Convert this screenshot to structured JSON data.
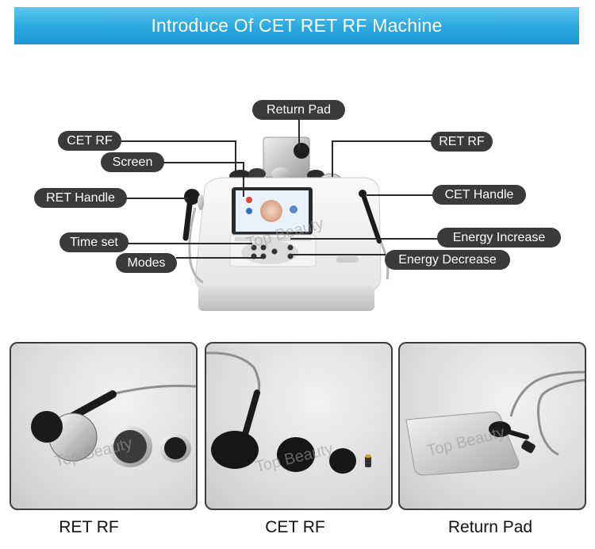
{
  "header": {
    "title": "Introduce Of CET RET RF Machine"
  },
  "callouts": {
    "return_pad": "Return Pad",
    "cet_rf": "CET RF",
    "ret_rf": "RET RF",
    "screen": "Screen",
    "ret_handle": "RET Handle",
    "cet_handle": "CET Handle",
    "time_set": "Time set",
    "energy_increase": "Energy Increase",
    "modes": "Modes",
    "energy_decrease": "Energy Decrease"
  },
  "watermark": "Top Beauty",
  "panels": [
    {
      "caption": "RET RF"
    },
    {
      "caption": "CET RF"
    },
    {
      "caption": "Return Pad"
    }
  ],
  "colors": {
    "banner": "#2aa8e0",
    "label_bg": "#3a3a3a",
    "panel_border": "#3d3d3d"
  }
}
